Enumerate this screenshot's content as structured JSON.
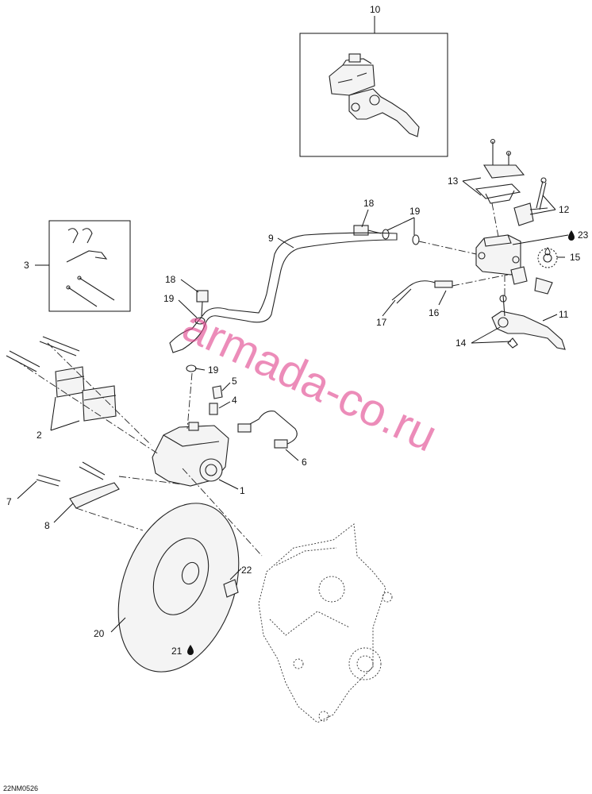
{
  "callouts": [
    "1",
    "2",
    "3",
    "4",
    "5",
    "6",
    "7",
    "8",
    "9",
    "10",
    "11",
    "12",
    "13",
    "14",
    "15",
    "16",
    "17",
    "18",
    "19",
    "19",
    "19",
    "20",
    "21",
    "22",
    "23"
  ],
  "watermark": "armada-co.ru",
  "drawing_code": "22NM0526",
  "icons": {
    "oil_drop": "oil-drop-icon"
  }
}
